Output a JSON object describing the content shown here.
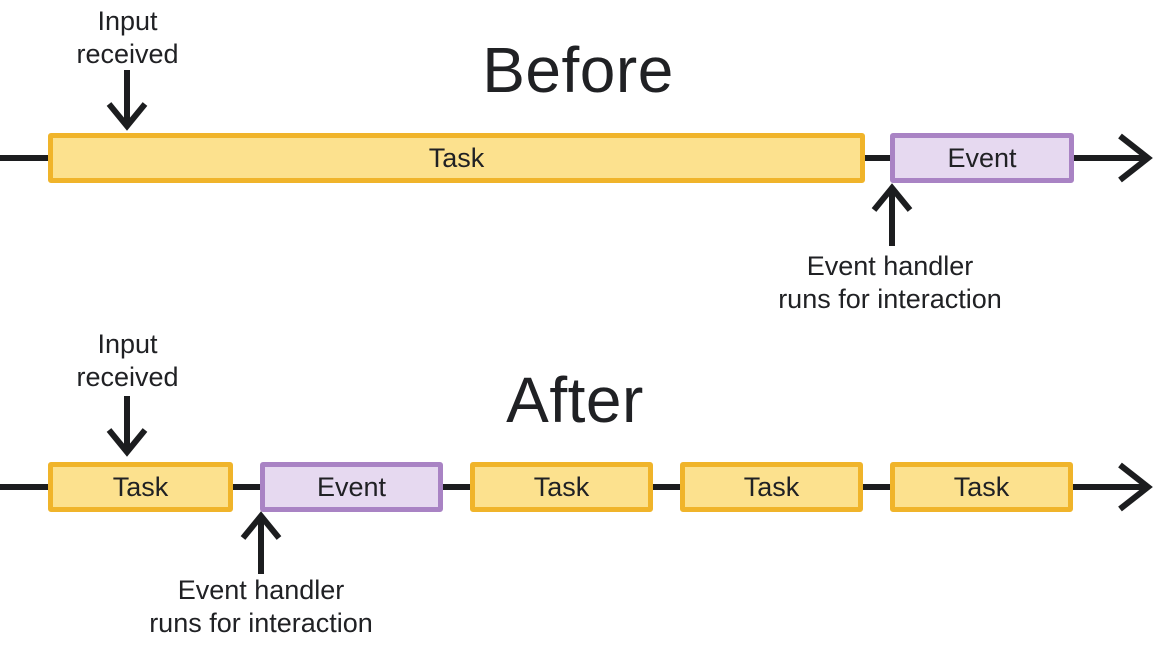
{
  "colors": {
    "task_fill": "#FCE18E",
    "task_border": "#F0B42A",
    "event_fill": "#E6D9F0",
    "event_border": "#A983C4",
    "line": "#1C1D1F",
    "text": "#202124"
  },
  "before": {
    "title": "Before",
    "input_label": "Input\nreceived",
    "handler_label": "Event handler\nruns for interaction",
    "segments": [
      {
        "type": "task",
        "label": "Task"
      },
      {
        "type": "event",
        "label": "Event"
      }
    ]
  },
  "after": {
    "title": "After",
    "input_label": "Input\nreceived",
    "handler_label": "Event handler\nruns for interaction",
    "segments": [
      {
        "type": "task",
        "label": "Task"
      },
      {
        "type": "event",
        "label": "Event"
      },
      {
        "type": "task",
        "label": "Task"
      },
      {
        "type": "task",
        "label": "Task"
      },
      {
        "type": "task",
        "label": "Task"
      }
    ]
  }
}
